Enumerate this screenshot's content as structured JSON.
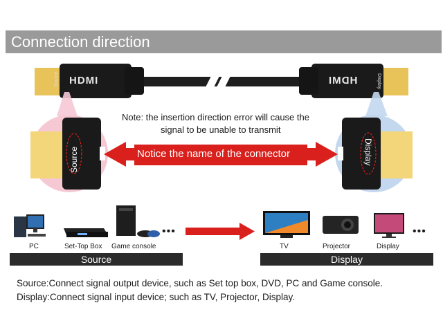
{
  "header": {
    "title": "Connection direction"
  },
  "cable": {
    "left_brand": "HDMI",
    "right_brand": "HDMI",
    "left_tag": "Source",
    "right_tag": "Display"
  },
  "note": {
    "line1": "Note: the insertion direction error will cause the",
    "line2": "signal to be unable to transmit"
  },
  "banner": {
    "text": "Notice the name of the connector"
  },
  "zoom": {
    "left_label": "Source",
    "right_label": "Display"
  },
  "devices": {
    "source": [
      "PC",
      "Set-Top Box",
      "Game console"
    ],
    "display": [
      "TV",
      "Projector",
      "Display"
    ],
    "source_bar": "Source",
    "display_bar": "Display",
    "more": "•••"
  },
  "description": {
    "line1": "Source:Connect signal output device, such as Set top box, DVD, PC and Game console.",
    "line2": "Display:Connect signal input device; such as TV, Projector, Display."
  },
  "colors": {
    "accent_red": "#d9201c",
    "gold": "#e8c35a",
    "zoom_pink": "#f5c8d4",
    "zoom_blue": "#c3d7ee"
  }
}
